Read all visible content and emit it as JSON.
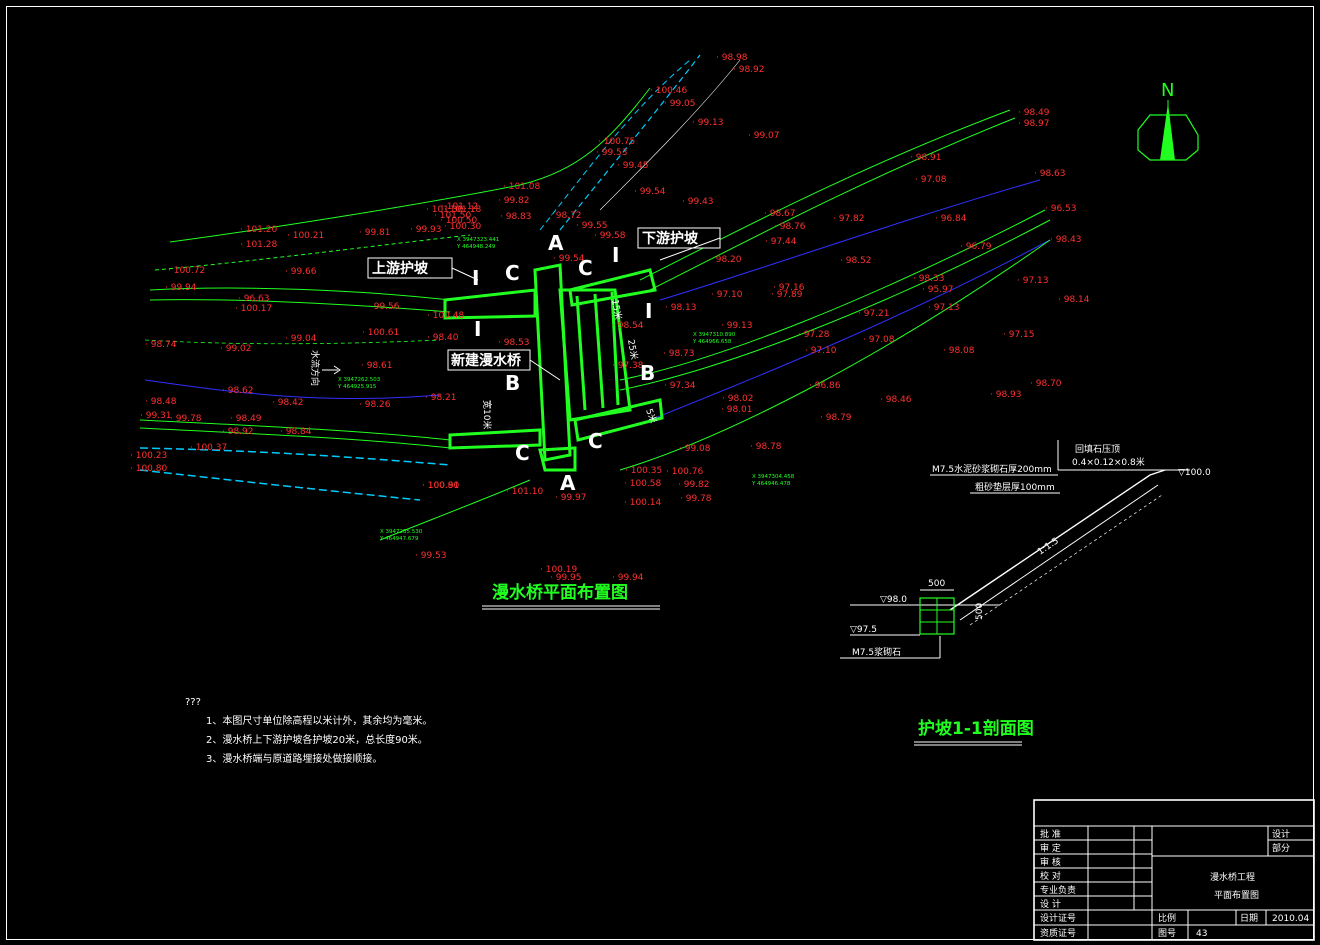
{
  "drawing": {
    "north": "N",
    "plan_title": "漫水桥平面布置图",
    "section_title": "护坡1-1剖面图",
    "labels": {
      "upstream": "上游护坡",
      "downstream": "下游护坡",
      "bridge": "新建漫水桥",
      "flow": "水流方向"
    },
    "section_letters": {
      "A": "A",
      "B": "B",
      "C": "C",
      "I": "I"
    },
    "dims": {
      "len_top": "15米",
      "len_right": "25米",
      "len_left": "宽10米",
      "len_small": "5米"
    },
    "elevations": [
      "98.98",
      "98.92",
      "100.46",
      "99.05",
      "99.13",
      "99.07",
      "98.49",
      "98.97",
      "100.75",
      "99.53",
      "99.45",
      "99.54",
      "99.43",
      "98.91",
      "97.08",
      "98.63",
      "101.08",
      "99.82",
      "101.18",
      "101.12",
      "101.30",
      "101.50",
      "100.50",
      "100.30",
      "99.81",
      "99.93",
      "98.83",
      "98.72",
      "99.55",
      "99.58",
      "98.67",
      "98.76",
      "97.82",
      "96.84",
      "96.53",
      "101.20",
      "100.21",
      "101.28",
      "99.66",
      "100.72",
      "99.94",
      "98.43",
      "99.54",
      "98.20",
      "97.44",
      "96.79",
      "97.13",
      "98.14",
      "98.52",
      "97.16",
      "97.89",
      "97.10",
      "98.13",
      "98.33",
      "95.97",
      "97.13",
      "96.63",
      "100.17",
      "99.56",
      "100.48",
      "100.61",
      "98.53",
      "98.54",
      "99.13",
      "97.21",
      "97.08",
      "97.15",
      "98.74",
      "99.02",
      "99.04",
      "98.40",
      "98.61",
      "98.73",
      "97.28",
      "97.10",
      "97.38",
      "98.08",
      "98.62",
      "98.42",
      "98.26",
      "98.21",
      "97.34",
      "96.86",
      "98.70",
      "98.48",
      "98.49",
      "98.92",
      "98.84",
      "98.01",
      "98.02",
      "98.79",
      "98.46",
      "98.93",
      "99.31",
      "99.78",
      "100.37",
      "99.08",
      "98.78",
      "100.23",
      "100.80",
      "100.90",
      "101.10",
      "100.76",
      "100.35",
      "100.58",
      "99.82",
      "99.78",
      "100.81",
      "100.14",
      "99.97",
      "99.53",
      "100.19",
      "99.95",
      "99.94",
      "99.95"
    ],
    "coords": [
      "X 3947323.441 / Y 464948.249",
      "X 3947310.890 / Y 464966.658",
      "X 3947262.503 / Y 464925.915",
      "X 3947304.458 / Y 464946.478",
      "X 3947285.530 / Y 464947.679"
    ],
    "notes_heading": "???",
    "notes": [
      "1、本图尺寸单位除高程以米计外，其余均为毫米。",
      "2、漫水桥上下游护坡各护坡20米，总长度90米。",
      "3、漫水桥端与原道路埋接处做接顺接。"
    ],
    "section": {
      "top_elev": "▽100.0",
      "mid_elev": "▽98.0",
      "low_elev": "▽97.5",
      "slope": "1:1.5",
      "w500": "500",
      "h500": "500",
      "cap_a": "回填石压顶",
      "cap_b": "0.4×0.12×0.8米",
      "layer1": "M7.5水泥砂浆砌石厚200mm",
      "layer2": "粗砂垫层厚100mm",
      "base": "M7.5浆砌石"
    }
  },
  "title_block": {
    "left_rows": [
      "批 准",
      "审 定",
      "审 核",
      "校 对",
      "专业负责",
      "设 计",
      "设计证号",
      "资质证号"
    ],
    "project": "漫水桥工程",
    "sheet": "平面布置图",
    "right_top": "设计",
    "right_sub": "部分",
    "scale_label": "比例",
    "scale_value": "",
    "date_label": "日期",
    "date_value": "2010.04",
    "drawing_no_label": "图号",
    "drawing_no": "43"
  },
  "colors": {
    "structure": "#21ff21",
    "elevation": "#ff3030",
    "river": "#00ccff",
    "contour_blue": "#3030ff",
    "line": "#ffffff"
  }
}
